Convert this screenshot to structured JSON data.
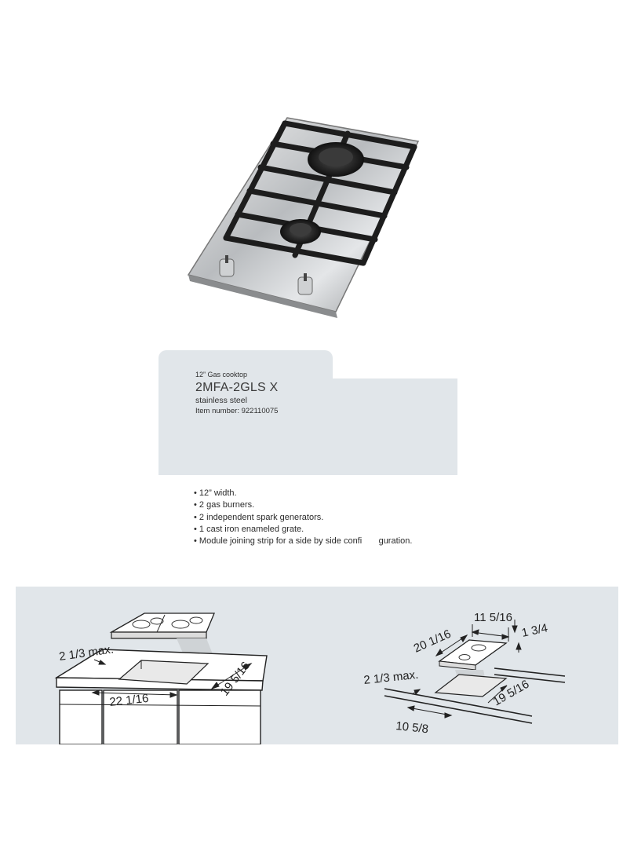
{
  "product": {
    "subtitle": "12” Gas cooktop",
    "model": "2MFA-2GLS X",
    "finish": "stainless steel",
    "item_number": "Item number: 922110075"
  },
  "features": [
    "• 12” width.",
    "• 2 gas burners.",
    "• 2 independent spark generators.",
    "• 1 cast iron enameled grate.",
    "• Module joining strip for a side by side confi       guration."
  ],
  "dimensions": {
    "left": {
      "depth_max": "2 1/3 max.",
      "width": "22 1/16",
      "depth": "19 5/16"
    },
    "right": {
      "top_width": "11 5/16",
      "height": "1 3/4",
      "length": "20 1/16",
      "depth_max": "2 1/3 max.",
      "cutout_depth": "19 5/16",
      "cutout_width": "10 5/8"
    }
  }
}
